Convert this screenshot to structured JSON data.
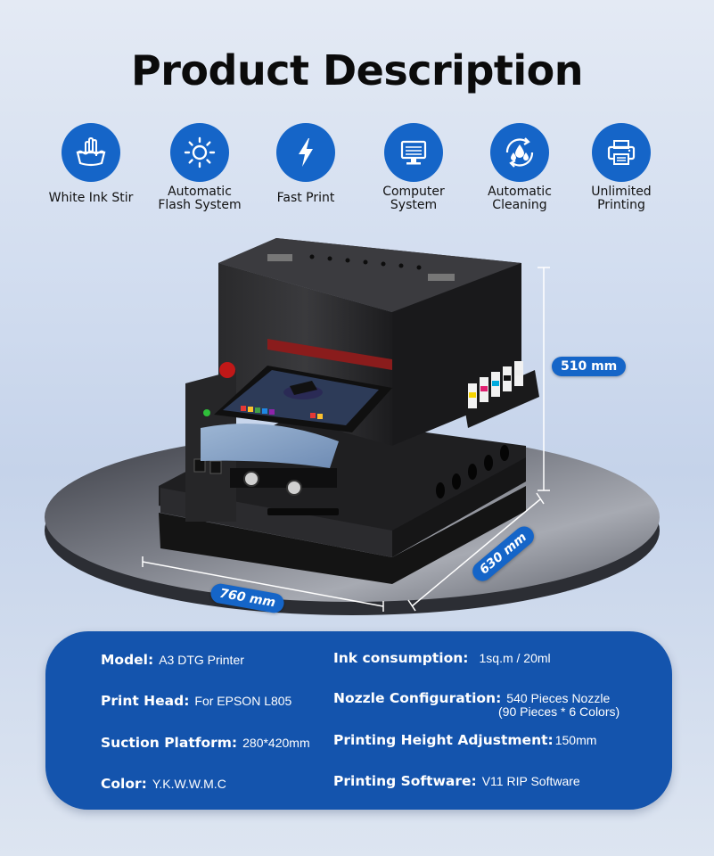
{
  "title": "Product Description",
  "features": [
    {
      "icon": "hand-wash-icon",
      "label": "White Ink Stir"
    },
    {
      "icon": "sun-icon",
      "label": "Automatic\nFlash System"
    },
    {
      "icon": "lightning-icon",
      "label": "Fast Print"
    },
    {
      "icon": "monitor-icon",
      "label": "Computer\nSystem"
    },
    {
      "icon": "water-drops-cycle-icon",
      "label": "Automatic\nCleaning"
    },
    {
      "icon": "printer-icon",
      "label": "Unlimited\nPrinting"
    }
  ],
  "dimensions": {
    "height": "510 mm",
    "width": "760 mm",
    "depth": "630 mm"
  },
  "specs": {
    "model": {
      "label": "Model:",
      "value": "A3 DTG Printer"
    },
    "print_head": {
      "label": "Print Head:",
      "value": "For EPSON L805"
    },
    "suction_platform": {
      "label": "Suction Platform:",
      "value": "280*420mm"
    },
    "color": {
      "label": "Color:",
      "value": "Y.K.W.W.M.C"
    },
    "ink_consumption": {
      "label": "Ink consumption:",
      "value": "1sq.m / 20ml"
    },
    "nozzle": {
      "label": "Nozzle Configuration:",
      "value": "540 Pieces Nozzle",
      "value2": "(90 Pieces * 6 Colors)"
    },
    "height_adjustment": {
      "label": "Printing Height Adjustment:",
      "value": "150mm"
    },
    "software": {
      "label": "Printing Software:",
      "value": "V11 RIP Software"
    }
  },
  "colors": {
    "accent": "#1565c8",
    "panel": "#1454ad",
    "printer_body": "#1a1a1a"
  }
}
